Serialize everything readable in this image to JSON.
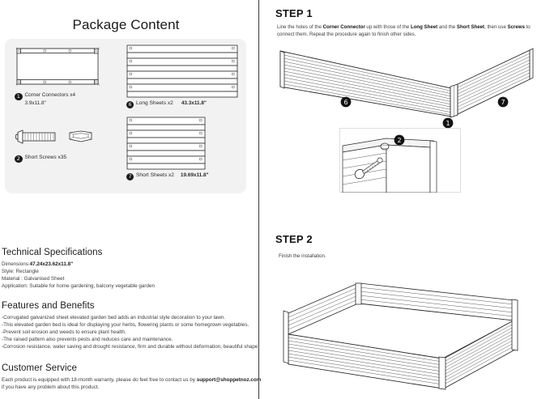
{
  "package": {
    "title": "Package Content",
    "items": [
      {
        "number": "1",
        "label": "Corner Connectors x4",
        "dimension": "3.9x11.8\"",
        "icon": "corner-connector-frame-icon"
      },
      {
        "number": "2",
        "label": "Short Screws x35",
        "dimension": "",
        "icon": "screw-and-nut-icon"
      },
      {
        "number": "6",
        "label": "Long Sheets x2",
        "dimension": "43.3x11.8\"",
        "icon": "corrugated-long-sheet-icon"
      },
      {
        "number": "7",
        "label": "Short Sheets x2",
        "dimension": "19.69x11.8\"",
        "icon": "corrugated-short-sheet-icon"
      }
    ]
  },
  "technical": {
    "heading": "Technical Specifications",
    "dimensions_label": "Dimensions:",
    "dimensions_value": "47.24x23.62x11.8\"",
    "style": "Style: Rectangle",
    "material": "Material : Galvanised Sheet",
    "application": "Application: Suitable for home gardening, balcony vegetable garden"
  },
  "features": {
    "heading": "Features and Benefits",
    "bullets": [
      "-Corrugated galvanized sheet elevated garden bed adds an industrial style decoration to your lawn.",
      "-This elevated garden bed is ideal for displaying your herbs, flowering plants or some homegrown vegetables.",
      "-Prevent soil erosion and weeds to ensure plant health.",
      "-The raised pattern also prevents pests and reduces care and maintenance.",
      "-Corrosion resistance, water saving and drought resistance, firm and durable without deformation, beautiful shape"
    ]
  },
  "customer": {
    "heading": "Customer Service",
    "line1_a": "Each product is equipped with 18-month warranty, please do feel free to contact us by ",
    "email": "support@shoppetnoz.com",
    "line2": "if you have any problem about this product."
  },
  "step1": {
    "title": "STEP 1",
    "desc_a": "Line the holes of the ",
    "desc_b": "Corner Connector",
    "desc_c": " up with those of the ",
    "desc_d": "Long Sheet",
    "desc_e": " and the ",
    "desc_f": "Short Sheet",
    "desc_g": ", then use ",
    "desc_h": "Screws",
    "desc_i": " to connect them. Repeat the procedure again to finish other sides.",
    "callouts": [
      "6",
      "7",
      "1"
    ],
    "inset_callout": "2"
  },
  "step2": {
    "title": "STEP 2",
    "desc": "Finish the installation."
  },
  "colors": {
    "panel_bg": "#f2f2f2",
    "line": "#2a2a2a",
    "text": "#3d3d3d",
    "heading": "#1b1b1b"
  }
}
